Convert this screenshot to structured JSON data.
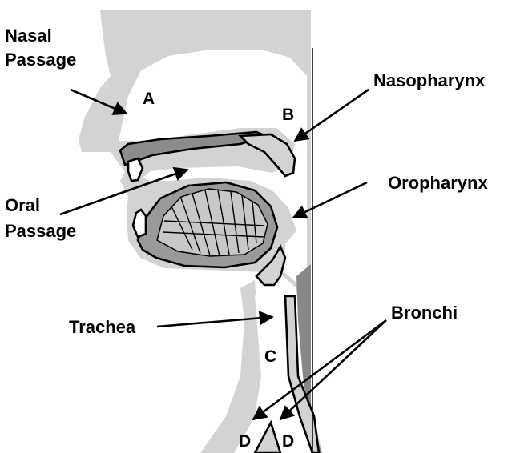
{
  "labels": {
    "nasal_line1": "Nasal",
    "nasal_line2": "Passage",
    "oral_line1": "Oral",
    "oral_line2": "Passage",
    "nasopharynx": "Nasopharynx",
    "oropharynx": "Oropharynx",
    "trachea": "Trachea",
    "bronchi": "Bronchi"
  },
  "letters": {
    "a": "A",
    "b": "B",
    "c": "C",
    "d_left": "D",
    "d_right": "D"
  },
  "colors": {
    "tissue": "#d3d3d3",
    "mid_gray": "#9a9a9a",
    "dark_gray": "#777777",
    "airway": "#ffffff",
    "outline": "#000000"
  }
}
